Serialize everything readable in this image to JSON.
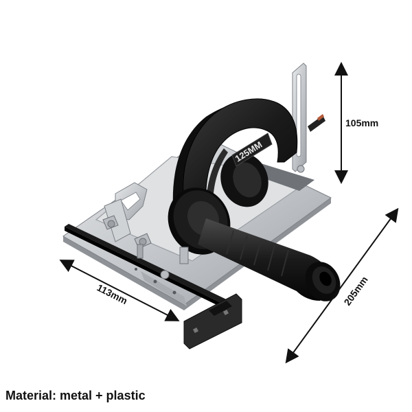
{
  "dimensions": {
    "height": "105mm",
    "length": "205mm",
    "width": "113mm"
  },
  "handle_marking": "125MM",
  "material_text": "Material: metal + plastic",
  "colors": {
    "background": "#ffffff",
    "plastic": "#1a1a1a",
    "metal": "#c9ccd0",
    "dimension_line": "#111111"
  }
}
